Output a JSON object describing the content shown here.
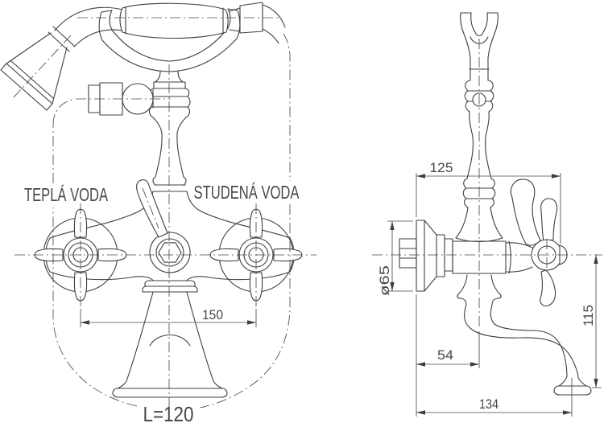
{
  "drawing": {
    "background": "#ffffff",
    "line_color": "#3f3f3f",
    "text_color": "#474747",
    "front_view": {
      "label_hot_water": "TEPLÁ VODA",
      "label_cold_water": "STUDENÁ VODA",
      "dim_handle_spacing": "150",
      "dim_hose_length": "L=120"
    },
    "side_view": {
      "dim_depth": "125",
      "dim_flange_diameter": "ø65",
      "dim_wall_to_spout_axis": "54",
      "dim_height_axis_to_spout": "115",
      "dim_spout_reach": "134"
    }
  }
}
